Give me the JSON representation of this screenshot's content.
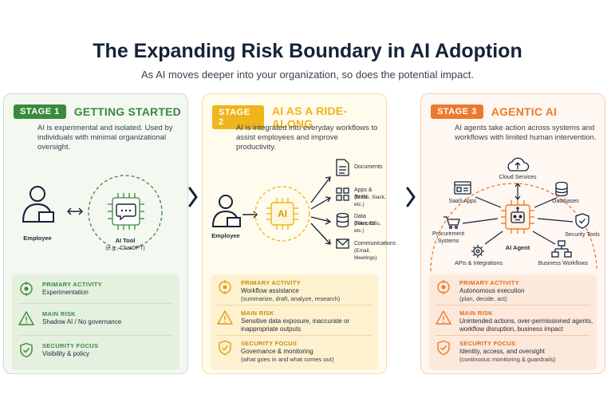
{
  "title": "The Expanding Risk Boundary in AI Adoption",
  "subtitle": "As AI moves deeper into your organization, so does the potential impact.",
  "colors": {
    "green": "#3a8a3e",
    "yellow": "#f0b41c",
    "orange": "#ec7a2c",
    "navy": "#152238"
  },
  "stages": [
    {
      "badge": "STAGE 1",
      "name": "GETTING STARTED",
      "description": "AI is experimental and isolated. Used by individuals with minimal organizational oversight.",
      "diagram": {
        "employee": "Employee",
        "tool_label": "AI Tool",
        "tool_sub": "(e.g., ChatGPT)"
      },
      "rows": [
        {
          "label": "PRIMARY ACTIVITY",
          "value": "Experimentation",
          "icon": "target-icon"
        },
        {
          "label": "MAIN RISK",
          "value": "Shadow AI / No governance",
          "icon": "warning-icon"
        },
        {
          "label": "SECURITY FOCUS",
          "value": "Visibility & policy",
          "icon": "shield-icon"
        }
      ]
    },
    {
      "badge": "STAGE 2",
      "name": "AI AS A RIDE-ALONG",
      "description": "AI is integrated into everyday workflows to assist employees and improve productivity.",
      "diagram": {
        "employee": "Employee",
        "core": "AI",
        "targets": [
          {
            "label": "Documents",
            "sub": ""
          },
          {
            "label": "Apps & Tools",
            "sub": "(M365, Slack, etc.)"
          },
          {
            "label": "Data Sources",
            "sub": "(Files, DBs, etc.)"
          },
          {
            "label": "Communications",
            "sub": "(Email, Meetings)"
          }
        ]
      },
      "rows": [
        {
          "label": "PRIMARY ACTIVITY",
          "value": "Workflow assistance",
          "value2": "(summarize, draft, analyze, research)",
          "icon": "target-icon"
        },
        {
          "label": "MAIN RISK",
          "value": "Sensitive data exposure, inaccurate or inappropriate outputs",
          "icon": "warning-icon"
        },
        {
          "label": "SECURITY FOCUS",
          "value": "Governance & monitoring",
          "value2": "(what goes in and what comes out)",
          "icon": "shield-icon"
        }
      ]
    },
    {
      "badge": "STAGE 3",
      "name": "AGENTIC AI",
      "description": "AI agents take action across systems and workflows with limited human intervention.",
      "diagram": {
        "agent": "AI Agent",
        "cloud": "Cloud Services",
        "saas": "SaaS Apps",
        "databases": "Databases",
        "procurement": "Procurement Systems",
        "security_tools": "Security Tools",
        "apis": "APIs & Integrations",
        "workflows": "Business Workflows"
      },
      "rows": [
        {
          "label": "PRIMARY ACTIVITY",
          "value": "Autonomous execution",
          "value2": "(plan, decide, act)",
          "icon": "target-icon"
        },
        {
          "label": "MAIN RISK",
          "value": "Unintended actions, over-permissioned agents, workflow disruption, business impact",
          "icon": "warning-icon"
        },
        {
          "label": "SECURITY FOCUS",
          "value": "Identity, access, and oversight",
          "value2": "(continuous monitoring & guardrails)",
          "icon": "shield-icon"
        }
      ]
    }
  ]
}
